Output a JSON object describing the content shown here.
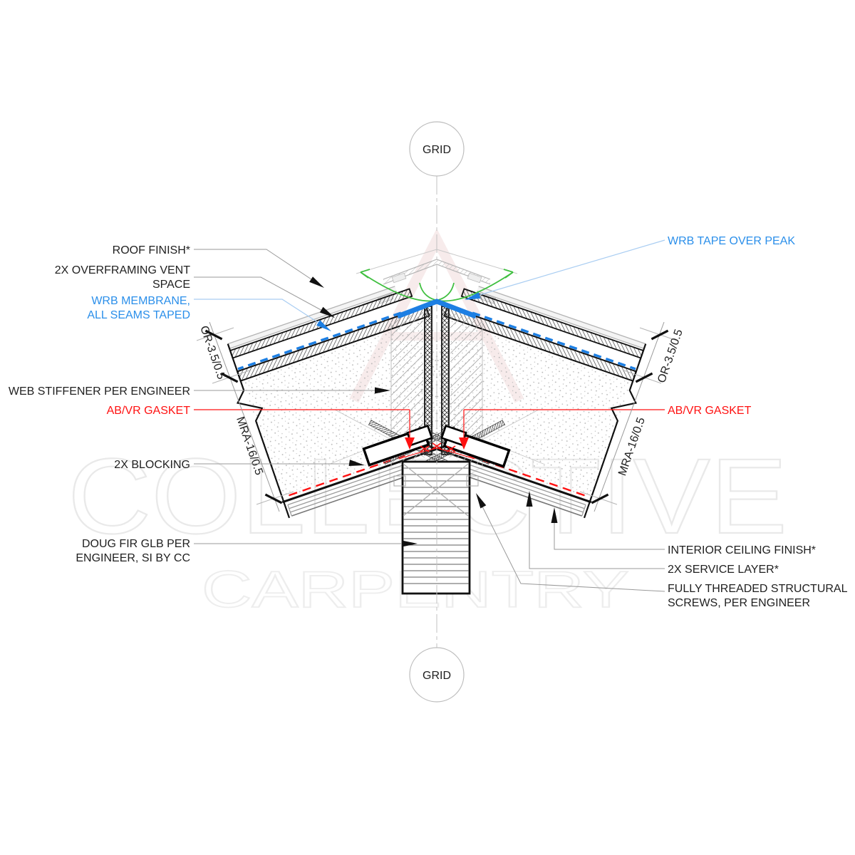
{
  "drawing": {
    "grid_top_label": "GRID",
    "grid_bottom_label": "GRID",
    "watermark_line1": "COLLECTIVE",
    "watermark_line2": "CARPENTRY"
  },
  "callouts_left": {
    "roof_finish": "ROOF FINISH*",
    "overframing_line1": "2X OVERFRAMING VENT",
    "overframing_line2": "SPACE",
    "wrb_membrane_line1": "WRB MEMBRANE,",
    "wrb_membrane_line2": "ALL SEAMS TAPED",
    "web_stiffener": "WEB STIFFENER PER ENGINEER",
    "abvr_gasket": "AB/VR GASKET",
    "blocking": "2X BLOCKING",
    "glb_line1": "DOUG FIR GLB PER",
    "glb_line2": "ENGINEER, SI BY CC"
  },
  "callouts_right": {
    "wrb_tape": "WRB TAPE OVER PEAK",
    "abvr_gasket": "AB/VR GASKET",
    "ceiling_finish": "INTERIOR CEILING FINISH*",
    "service_layer": "2X SERVICE LAYER*",
    "screws_line1": "FULLY THREADED STRUCTURAL",
    "screws_line2": "SCREWS, PER ENGINEER"
  },
  "dimensions": {
    "or_left": "OR-3.5/0.5",
    "or_right": "OR-3.5/0.5",
    "mra_left": "MRA-16/0.5",
    "mra_right": "MRA-16/0.5"
  },
  "colors": {
    "line_black": "#111111",
    "callout_blue": "#2b8fea",
    "membrane_blue": "#1d7fe3",
    "gasket_red": "#ff1111",
    "vent_green": "#3fbf3f",
    "leader_gray": "#9a9a9a",
    "light_blue_leader": "#a9cdf2",
    "light_gray": "#b5b5b5",
    "watermark_gray": "#e9e9e9",
    "logo_pink": "#f2dedd"
  }
}
